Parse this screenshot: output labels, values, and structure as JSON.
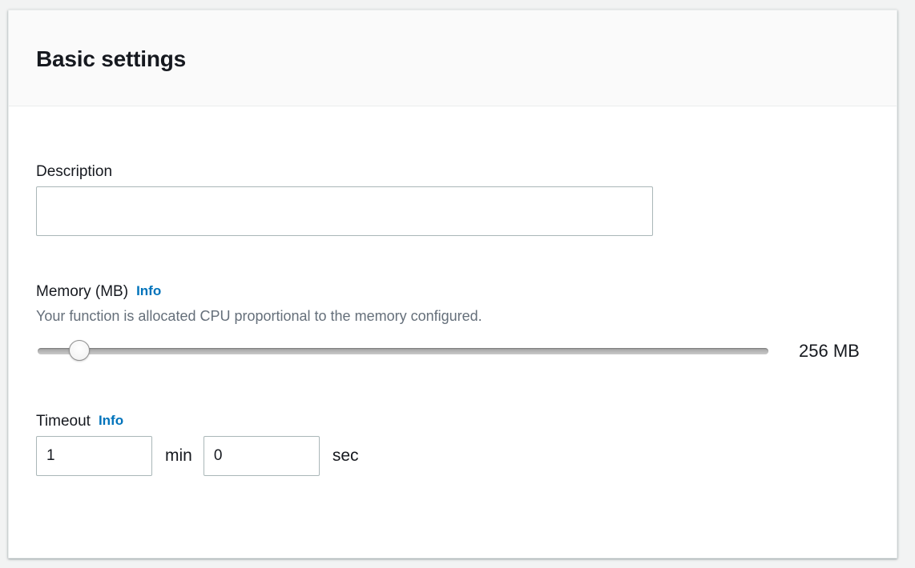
{
  "card": {
    "title": "Basic settings"
  },
  "description": {
    "label": "Description",
    "value": "",
    "placeholder": ""
  },
  "memory": {
    "label": "Memory (MB)",
    "info_label": "Info",
    "hint": "Your function is allocated CPU proportional to the memory configured.",
    "value_label": "256 MB",
    "slider_value": 256,
    "slider_min": 128,
    "slider_max": 10240
  },
  "timeout": {
    "label": "Timeout",
    "info_label": "Info",
    "minutes_value": "1",
    "minutes_unit": "min",
    "seconds_value": "0",
    "seconds_unit": "sec"
  },
  "colors": {
    "page_background": "#f2f3f3",
    "card_background": "#ffffff",
    "header_background": "#fafafa",
    "border": "#eaeded",
    "input_border": "#aab7b8",
    "link_blue": "#0073bb",
    "text_primary": "#16191f",
    "text_secondary": "#656f7a"
  }
}
